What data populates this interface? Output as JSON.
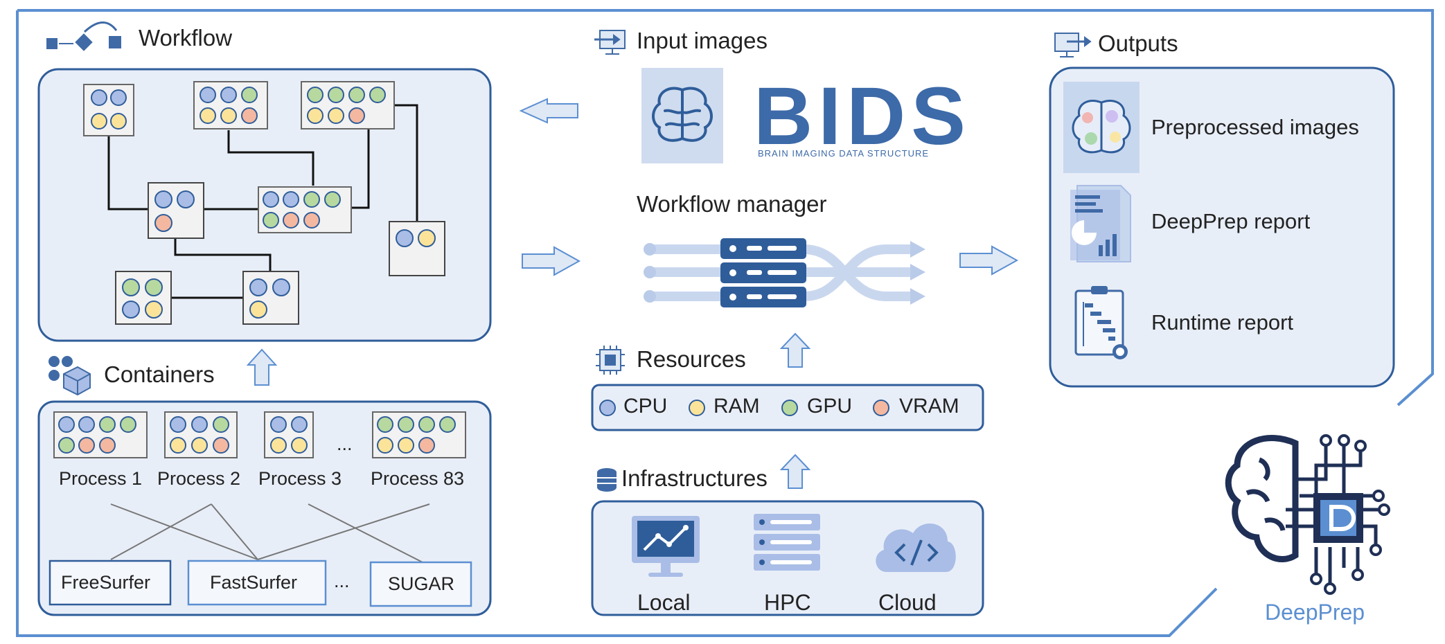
{
  "workflow": {
    "title": "Workflow"
  },
  "containers": {
    "title": "Containers",
    "processes": [
      "Process 1",
      "Process 2",
      "Process 3",
      "Process 83"
    ],
    "ellipsis": "...",
    "tools": [
      "FreeSurfer",
      "FastSurfer",
      "SUGAR"
    ]
  },
  "input": {
    "title": "Input images",
    "bids_title": "BIDS",
    "bids_subtitle": "BRAIN IMAGING DATA STRUCTURE"
  },
  "manager": {
    "title": "Workflow manager"
  },
  "resources": {
    "title": "Resources",
    "items": [
      {
        "label": "CPU",
        "color": "#a9bde6"
      },
      {
        "label": "RAM",
        "color": "#fbe49a"
      },
      {
        "label": "GPU",
        "color": "#b7d9a0"
      },
      {
        "label": "VRAM",
        "color": "#f4b8a0"
      }
    ]
  },
  "infrastructures": {
    "title": "Infrastructures",
    "items": [
      "Local",
      "HPC",
      "Cloud"
    ]
  },
  "outputs": {
    "title": "Outputs",
    "items": [
      "Preprocessed images",
      "DeepPrep report",
      "Runtime report"
    ]
  },
  "brand": {
    "name": "DeepPrep"
  },
  "colors": {
    "frame": "#5b8fd1",
    "panel_fill": "#e8eef8",
    "panel_stroke": "#2f5d9a",
    "icon": "#3f6aa6"
  }
}
